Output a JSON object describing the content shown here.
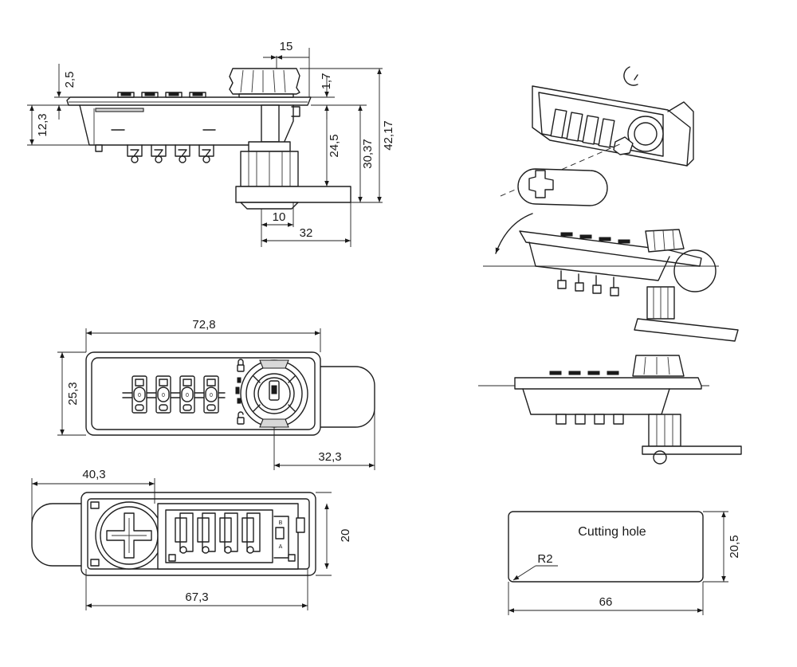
{
  "dimensions": {
    "side": {
      "d15": "15",
      "d2_5": "2,5",
      "d1_7": "1,7",
      "d12_3": "12,3",
      "d24_5": "24,5",
      "d30_37": "30,37",
      "d42_17": "42,17",
      "d10": "10",
      "d32": "32"
    },
    "front": {
      "d72_8": "72,8",
      "d25_3": "25,3",
      "d32_3": "32,3"
    },
    "back": {
      "d40_3": "40,3",
      "d20": "20",
      "d67_3": "67,3"
    },
    "cutout": {
      "label": "Cutting hole",
      "radius": "R2",
      "d20_5": "20,5",
      "d66": "66"
    }
  },
  "marks": {
    "wheel_digit": "0",
    "slot_a": "A",
    "slot_b": "B"
  }
}
